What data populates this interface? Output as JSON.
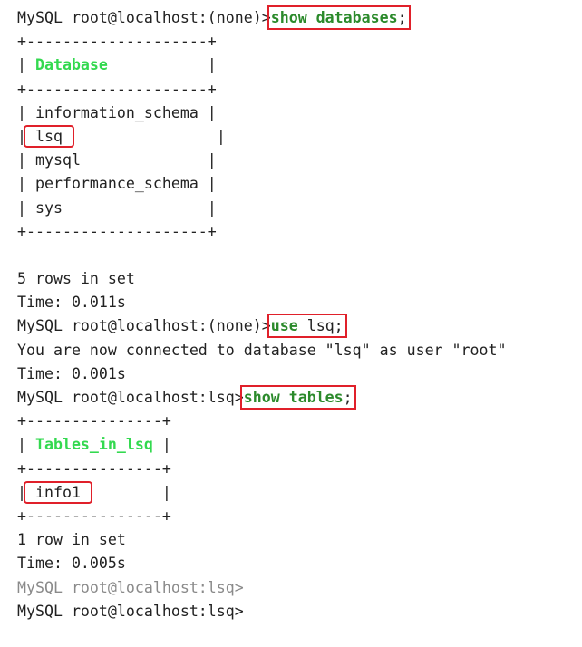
{
  "prompt": "MySQL root@localhost:(none)>",
  "prompt_lsq": "MySQL root@localhost:lsq>",
  "cmd1": {
    "keyword": "show databases",
    "semi": ";"
  },
  "db_table": {
    "border": "+--------------------+",
    "header": "Database",
    "rows": [
      "information_schema",
      "lsq",
      "mysql",
      "performance_schema",
      "sys"
    ],
    "rowcount": "5 rows in set",
    "time": "Time: 0.011s"
  },
  "cmd2": {
    "keyword": "use",
    "arg": " lsq;"
  },
  "connected": "You are now connected to database \"lsq\" as user \"root\"",
  "time2": "Time: 0.001s",
  "cmd3": {
    "keyword": "show tables",
    "semi": ";"
  },
  "tables_table": {
    "border": "+---------------+",
    "header": "Tables_in_lsq",
    "rows": [
      "info1"
    ],
    "rowcount": "1 row in set",
    "time": "Time: 0.005s"
  },
  "prompt_dim": "MySQL root@localhost:lsq>",
  "prompt_last": "MySQL root@localhost:lsq>"
}
